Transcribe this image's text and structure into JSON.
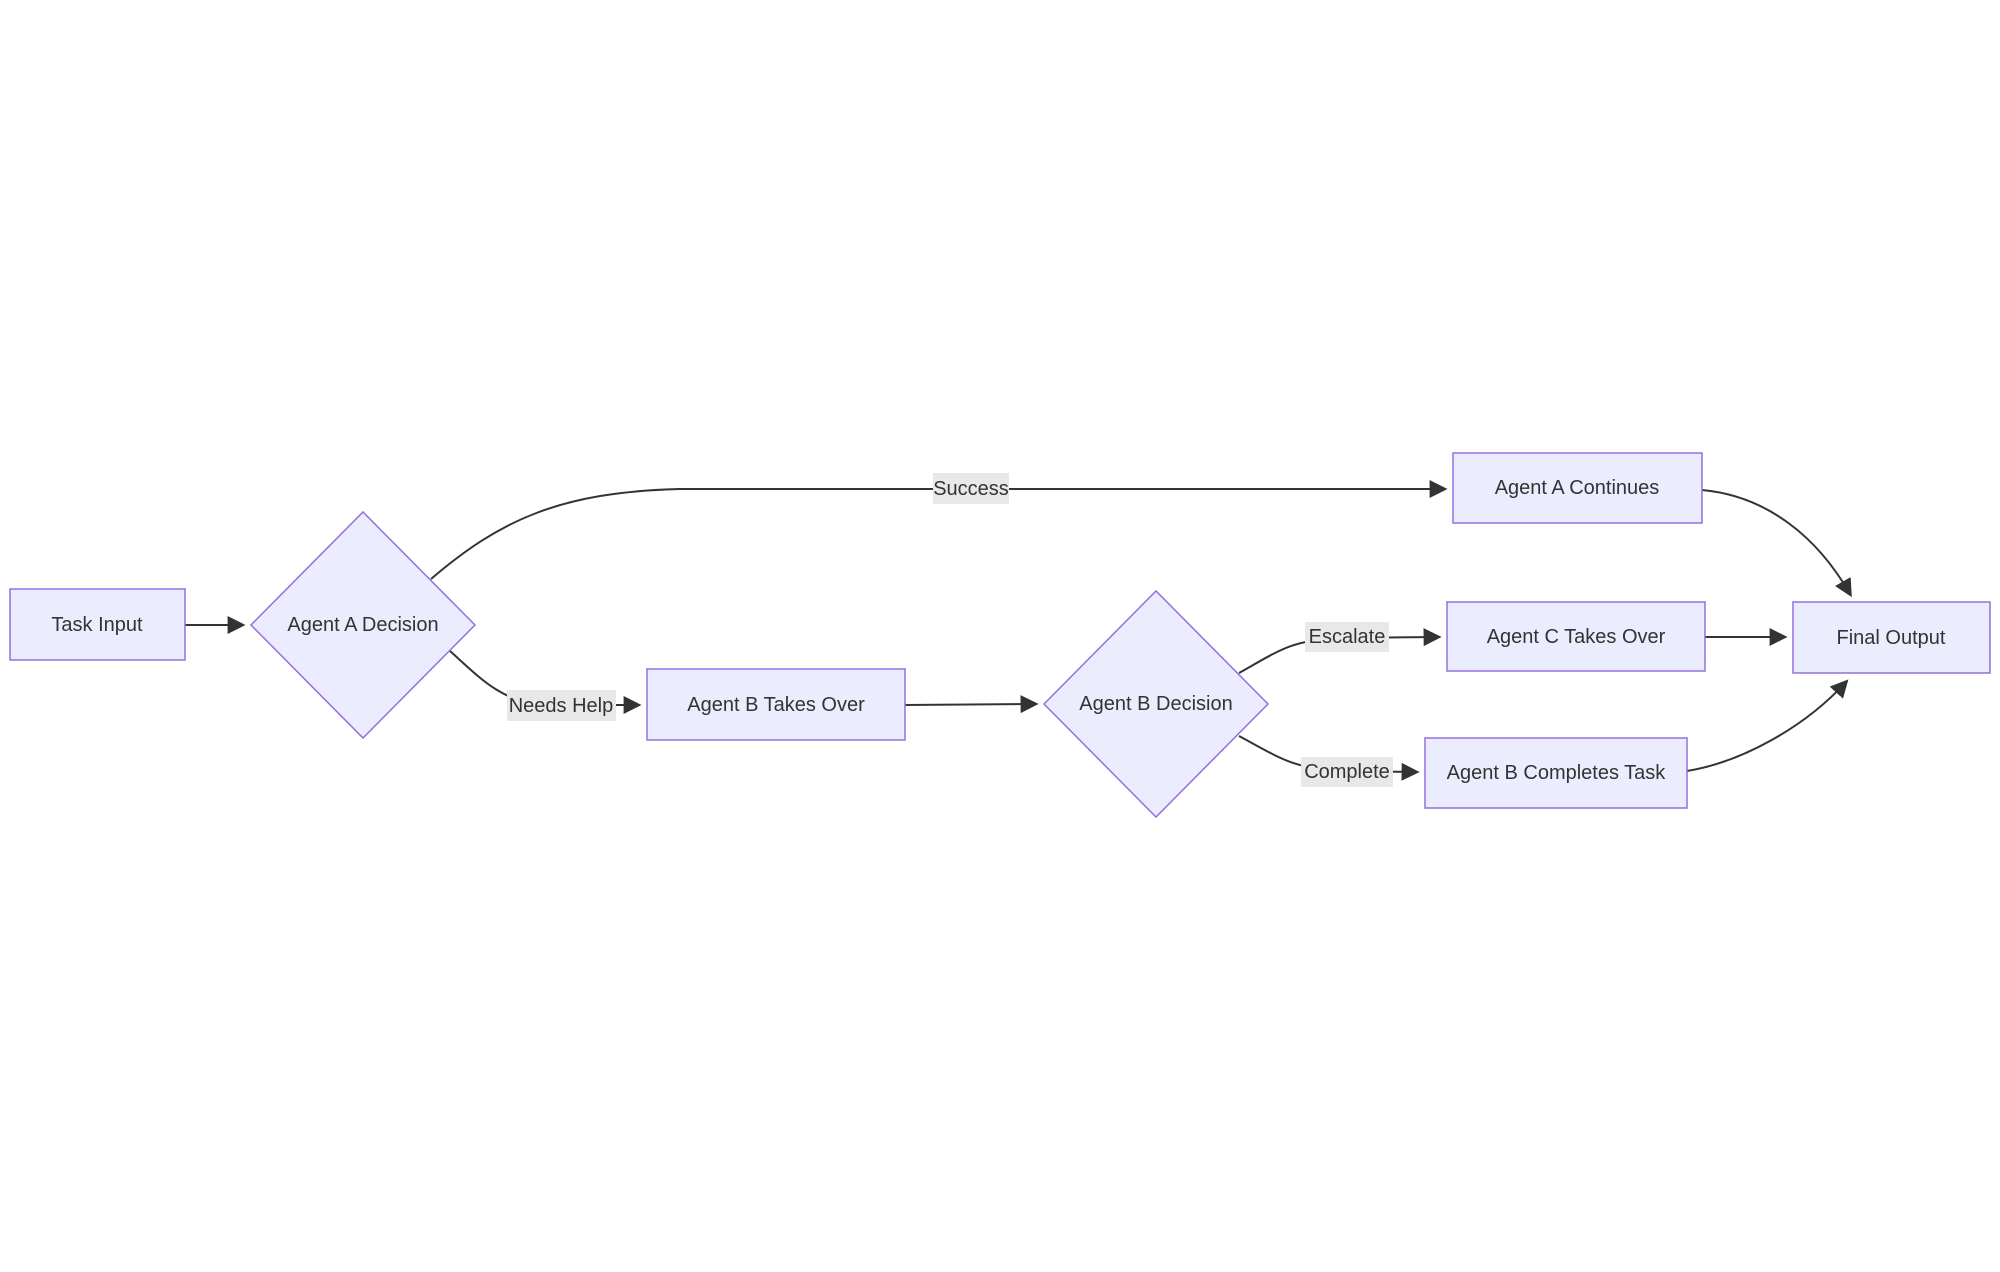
{
  "diagram": {
    "type": "flowchart",
    "direction": "left-to-right",
    "colors": {
      "node_fill": "#ECECFF",
      "node_border": "#9370DB",
      "edge": "#333333",
      "text": "#333333",
      "label_bg": "#e8e8e8",
      "background": "#ffffff"
    },
    "nodes": [
      {
        "id": "task-input",
        "label": "Task Input",
        "shape": "rect"
      },
      {
        "id": "agent-a-decision",
        "label": "Agent A Decision",
        "shape": "diamond"
      },
      {
        "id": "agent-a-continues",
        "label": "Agent A Continues",
        "shape": "rect"
      },
      {
        "id": "agent-b-takes-over",
        "label": "Agent B Takes Over",
        "shape": "rect"
      },
      {
        "id": "agent-b-decision",
        "label": "Agent B Decision",
        "shape": "diamond"
      },
      {
        "id": "agent-c-takes-over",
        "label": "Agent C Takes Over",
        "shape": "rect"
      },
      {
        "id": "agent-b-completes-task",
        "label": "Agent B Completes Task",
        "shape": "rect"
      },
      {
        "id": "final-output",
        "label": "Final Output",
        "shape": "rect"
      }
    ],
    "edges": [
      {
        "from": "task-input",
        "to": "agent-a-decision",
        "label": ""
      },
      {
        "from": "agent-a-decision",
        "to": "agent-a-continues",
        "label": "Success"
      },
      {
        "from": "agent-a-decision",
        "to": "agent-b-takes-over",
        "label": "Needs Help"
      },
      {
        "from": "agent-b-takes-over",
        "to": "agent-b-decision",
        "label": ""
      },
      {
        "from": "agent-b-decision",
        "to": "agent-c-takes-over",
        "label": "Escalate"
      },
      {
        "from": "agent-b-decision",
        "to": "agent-b-completes-task",
        "label": "Complete"
      },
      {
        "from": "agent-a-continues",
        "to": "final-output",
        "label": ""
      },
      {
        "from": "agent-c-takes-over",
        "to": "final-output",
        "label": ""
      },
      {
        "from": "agent-b-completes-task",
        "to": "final-output",
        "label": ""
      }
    ]
  }
}
